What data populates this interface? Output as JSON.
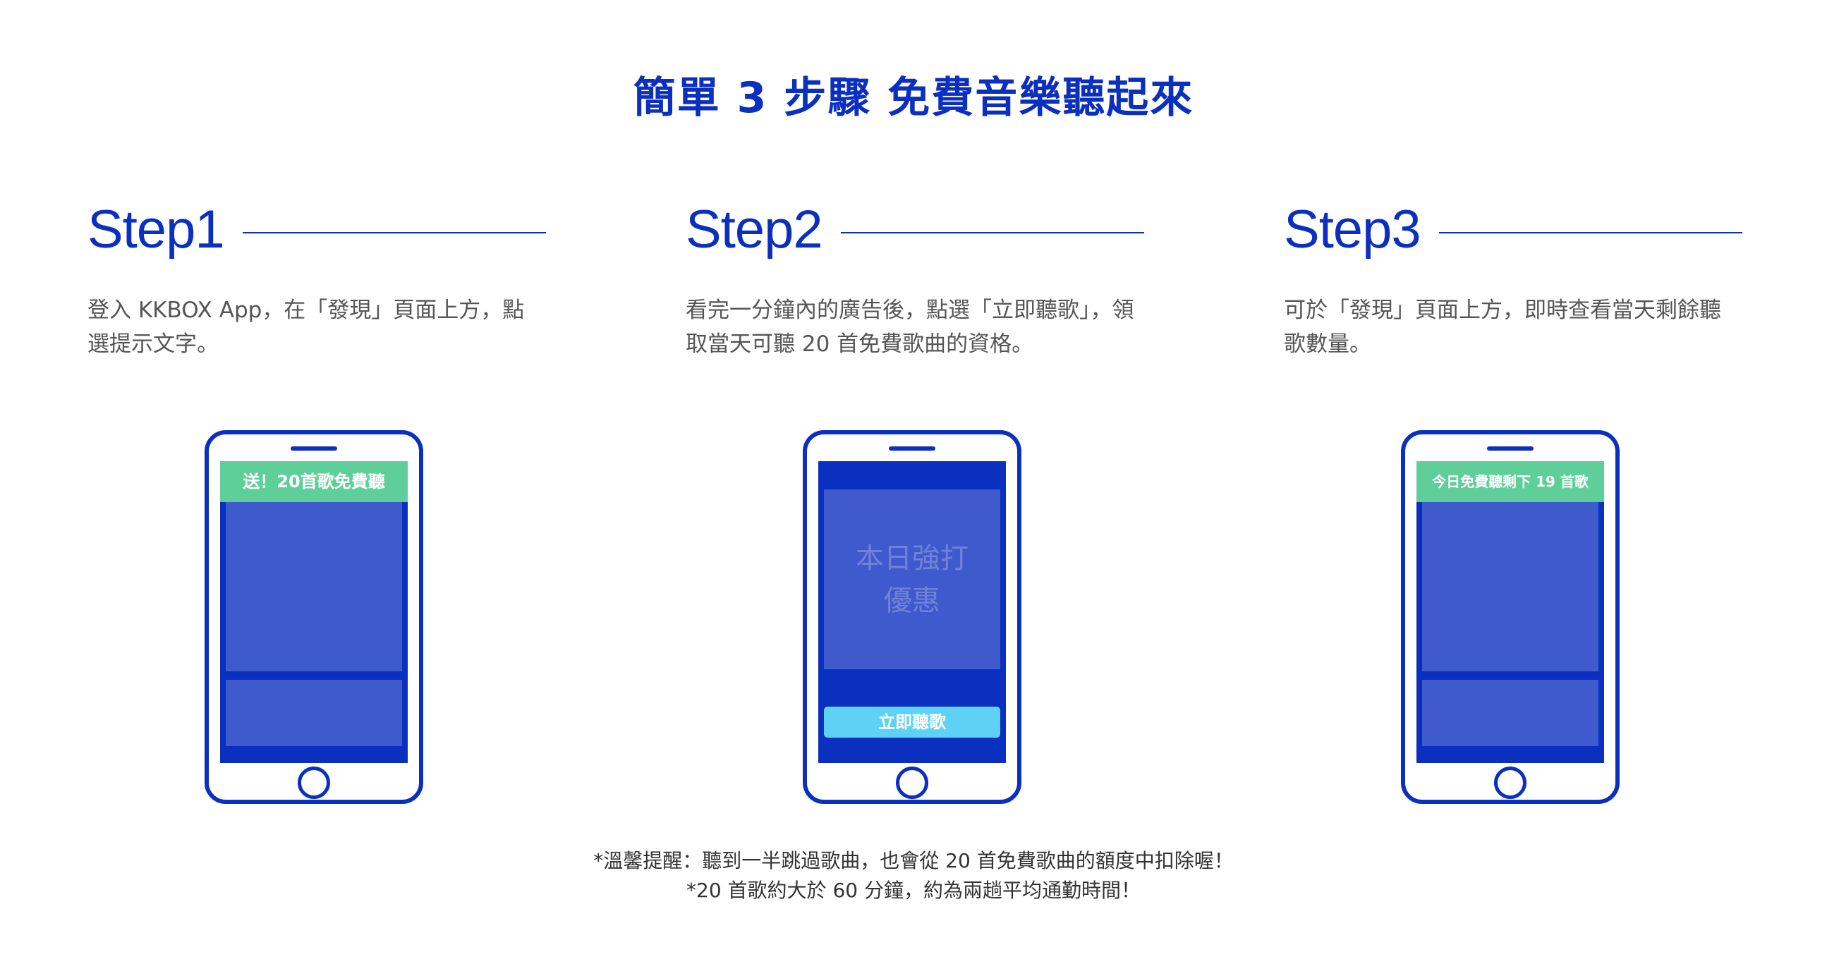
{
  "title": "簡單 3 步驟 免費音樂聽起來",
  "steps": [
    {
      "label": "Step1",
      "desc": "登入 KKBOX App，在「發現」頁面上方，點選提示文字。"
    },
    {
      "label": "Step2",
      "desc": "看完一分鐘內的廣告後，點選「立即聽歌」，領取當天可聽 20 首免費歌曲的資格。"
    },
    {
      "label": "Step3",
      "desc": "可於「發現」頁面上方，即時查看當天剩餘聽歌數量。"
    }
  ],
  "phones": {
    "step1_banner": "送！20首歌免費聽",
    "step2_ad_line1": "本日強打",
    "step2_ad_line2": "優惠",
    "step2_button": "立即聽歌",
    "step3_banner": "今日免費聽剩下 19 首歌"
  },
  "notes": {
    "line1": "*溫馨提醒：聽到一半跳過歌曲，也會從 20 首免費歌曲的額度中扣除喔！",
    "line2": "*20 首歌約大於 60 分鐘，約為兩趟平均通勤時間！"
  },
  "colors": {
    "brand_blue": "#0b2fbf",
    "panel_blue": "#3f5acc",
    "banner_green": "#5fcf9a",
    "button_cyan": "#5ed1f5"
  }
}
